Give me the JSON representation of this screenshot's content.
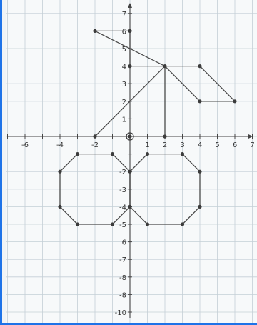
{
  "colors": {
    "page": "#f1f4f6",
    "grid": "#c4cfd6",
    "ink": "#4a4a4a",
    "border": "#1e73e8"
  },
  "chart_data": {
    "type": "line",
    "xlim": [
      -7,
      7
    ],
    "ylim": [
      -10,
      7
    ],
    "grid": true,
    "x_tick_labels": [
      {
        "x": -6,
        "label": "-6"
      },
      {
        "x": -4,
        "label": "-4"
      },
      {
        "x": -2,
        "label": "-2"
      },
      {
        "x": 1,
        "label": "1"
      },
      {
        "x": 2,
        "label": "2"
      },
      {
        "x": 3,
        "label": "3"
      },
      {
        "x": 4,
        "label": "4"
      },
      {
        "x": 5,
        "label": "5"
      },
      {
        "x": 6,
        "label": "6"
      },
      {
        "x": 7,
        "label": "7"
      }
    ],
    "y_tick_labels": [
      {
        "y": 7,
        "label": "7"
      },
      {
        "y": 6,
        "label": "6"
      },
      {
        "y": 5,
        "label": "5"
      },
      {
        "y": 4,
        "label": "4"
      },
      {
        "y": 3,
        "label": "3"
      },
      {
        "y": 2,
        "label": "2"
      },
      {
        "y": 1,
        "label": "1"
      },
      {
        "y": -2,
        "label": "-2"
      },
      {
        "y": -3,
        "label": "-3"
      },
      {
        "y": -4,
        "label": "-4"
      },
      {
        "y": -5,
        "label": "-5"
      },
      {
        "y": -6,
        "label": "6"
      },
      {
        "y": -7,
        "label": "-7"
      },
      {
        "y": -8,
        "label": "-8"
      },
      {
        "y": -9,
        "label": "-8"
      },
      {
        "y": -10,
        "label": "-10"
      }
    ],
    "series": [
      {
        "closed": false,
        "points": [
          [
            -2,
            0
          ],
          [
            2,
            4
          ],
          [
            2,
            0
          ]
        ]
      },
      {
        "closed": false,
        "points": [
          [
            0,
            4
          ],
          [
            2,
            4
          ],
          [
            4,
            4
          ]
        ]
      },
      {
        "closed": false,
        "points": [
          [
            0,
            4
          ],
          [
            0,
            6
          ],
          [
            -2,
            6
          ],
          [
            2,
            4
          ],
          [
            4,
            2
          ],
          [
            6,
            2
          ],
          [
            4,
            4
          ]
        ]
      },
      {
        "closed": true,
        "points": [
          [
            -3,
            -1
          ],
          [
            -1,
            -1
          ],
          [
            0,
            -2
          ],
          [
            0,
            -4
          ],
          [
            -1,
            -5
          ],
          [
            -3,
            -5
          ],
          [
            -4,
            -4
          ],
          [
            -4,
            -2
          ]
        ]
      },
      {
        "closed": true,
        "points": [
          [
            1,
            -1
          ],
          [
            3,
            -1
          ],
          [
            4,
            -2
          ],
          [
            4,
            -4
          ],
          [
            3,
            -5
          ],
          [
            1,
            -5
          ],
          [
            0,
            -4
          ],
          [
            0,
            -2
          ]
        ]
      }
    ],
    "points": [
      [
        -2,
        6
      ],
      [
        0,
        6
      ],
      [
        0,
        4
      ],
      [
        2,
        4
      ],
      [
        4,
        4
      ],
      [
        4,
        2
      ],
      [
        6,
        2
      ],
      [
        -2,
        0
      ],
      [
        0,
        0
      ],
      [
        2,
        0
      ],
      [
        -3,
        -1
      ],
      [
        -1,
        -1
      ],
      [
        -4,
        -2
      ],
      [
        0,
        -2
      ],
      [
        -4,
        -4
      ],
      [
        0,
        -4
      ],
      [
        -3,
        -5
      ],
      [
        -1,
        -5
      ],
      [
        1,
        -1
      ],
      [
        3,
        -1
      ],
      [
        4,
        -2
      ],
      [
        4,
        -4
      ],
      [
        3,
        -5
      ],
      [
        1,
        -5
      ]
    ]
  }
}
